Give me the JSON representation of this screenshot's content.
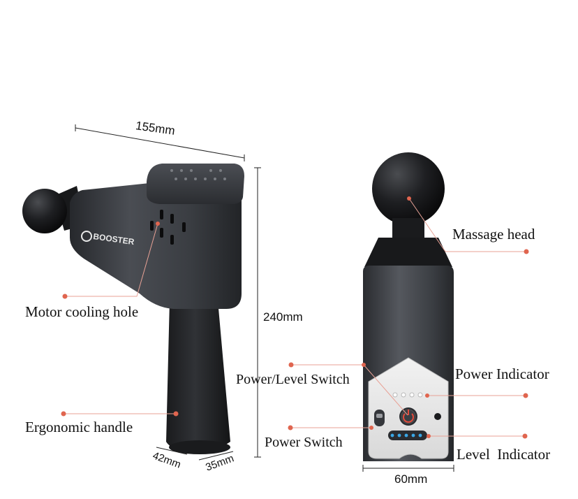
{
  "brand": "BOOSTER",
  "dimensions": {
    "length": "155mm",
    "height": "240mm",
    "handle_depth": "42mm",
    "handle_width": "35mm",
    "width": "60mm"
  },
  "labels": {
    "motor_cooling_hole": "Motor cooling hole",
    "ergonomic_handle": "Ergonomic handle",
    "massage_head": "Massage head",
    "power_level_switch": "Power/Level Switch",
    "power_indicator": "Power Indicator",
    "power_switch": "Power Switch",
    "level_indicator": "Level  Indicator"
  },
  "colors": {
    "callout_dot": "#e0654f",
    "callout_line": "#e8a296",
    "device_body": "#3a3d42",
    "level_led": "#3aa7e6"
  }
}
